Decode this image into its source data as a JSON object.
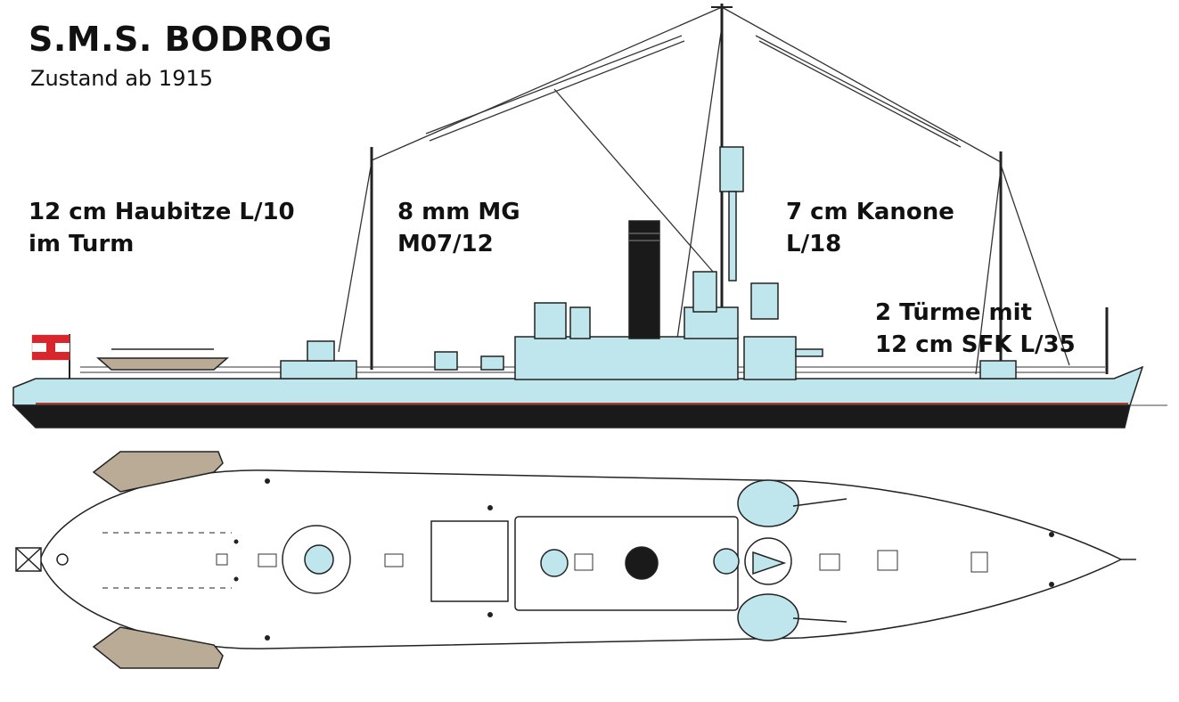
{
  "header": {
    "title": "S.M.S. BODROG",
    "subtitle": "Zustand ab 1915"
  },
  "labels": {
    "howitzer": {
      "line1": "12 cm Haubitze L/10",
      "line2": "im Turm"
    },
    "machine_gun": {
      "line1": "8 mm MG",
      "line2": "M07/12"
    },
    "cannon": {
      "line1": "7 cm Kanone",
      "line2": "L/18"
    },
    "turrets": {
      "line1": "2 Türme mit",
      "line2": "12 cm SFK L/35"
    }
  },
  "colors": {
    "hull_light_blue": "#bfe6ec",
    "hull_black": "#1a1a1a",
    "waterline_red": "#b23a2a",
    "deck_white": "#ffffff",
    "boat_tan": "#b9ab95",
    "outline": "#222222",
    "flag_red": "#d8262c"
  },
  "icons": {
    "flag": "austro-hungarian-naval-ensign-icon",
    "side_view": "ship-profile-drawing",
    "top_view": "ship-plan-drawing"
  }
}
